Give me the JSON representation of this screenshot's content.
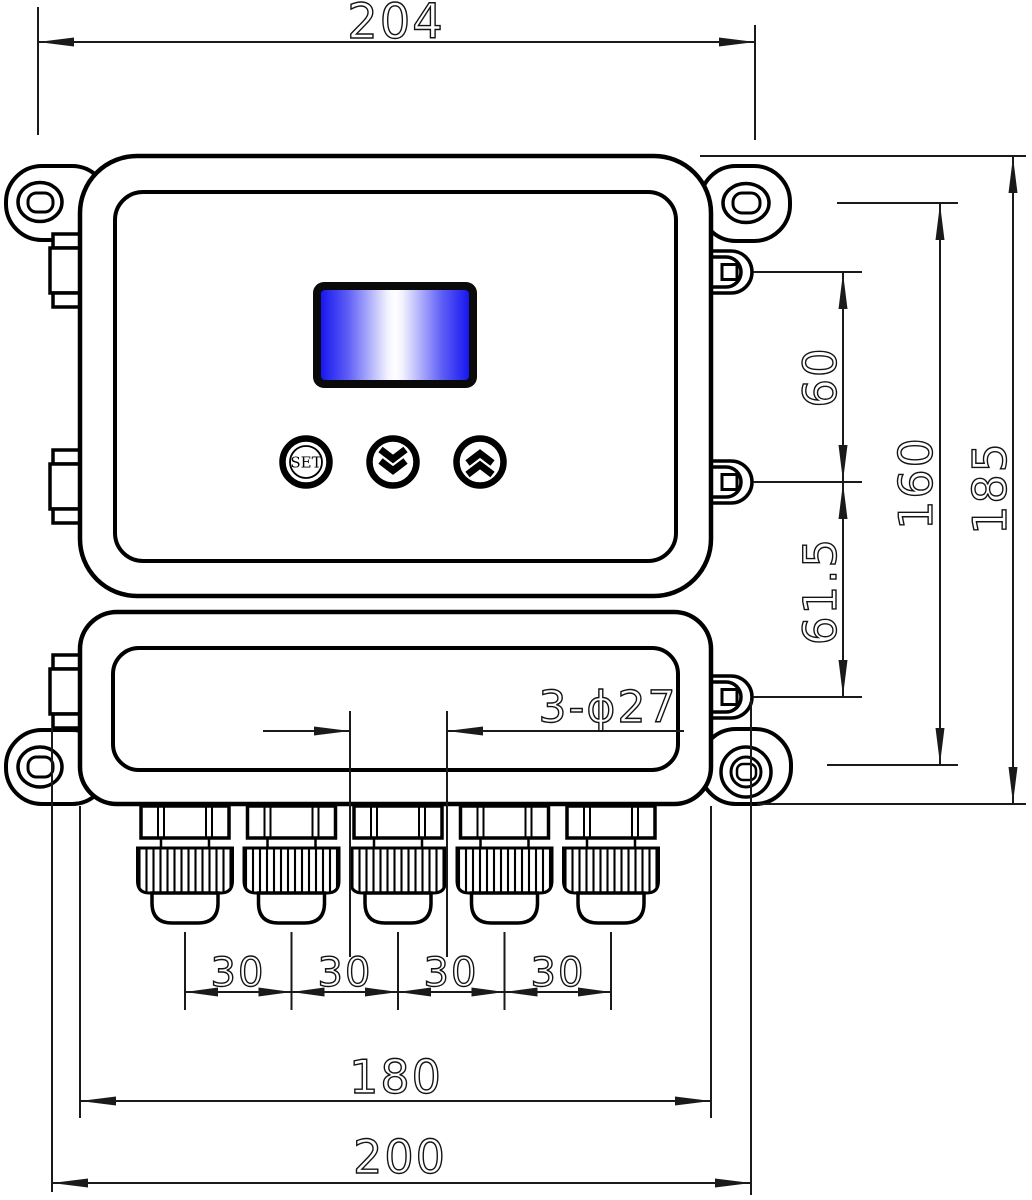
{
  "title": "wall-mount controller enclosure drawing",
  "device": {
    "display": {
      "type": "lcd",
      "edge_color": "#1717ef",
      "center_color": "#ffffff"
    },
    "buttons": {
      "set_label": "SET",
      "down_icon": "chevron-double-down",
      "up_icon": "chevron-double-up"
    },
    "cable_glands": 5,
    "colors": {
      "line": "#000000",
      "background": "#ffffff"
    }
  },
  "dimensions": {
    "overall_width": "204",
    "overall_height": "185",
    "side_hole_span": "160",
    "tab_offset_top": "60",
    "tab_offset_mid": "61.5",
    "gland_hole_note": "3-ϕ27",
    "gland_pitch": [
      "30",
      "30",
      "30",
      "30"
    ],
    "door_width": "180",
    "body_width": "200"
  }
}
